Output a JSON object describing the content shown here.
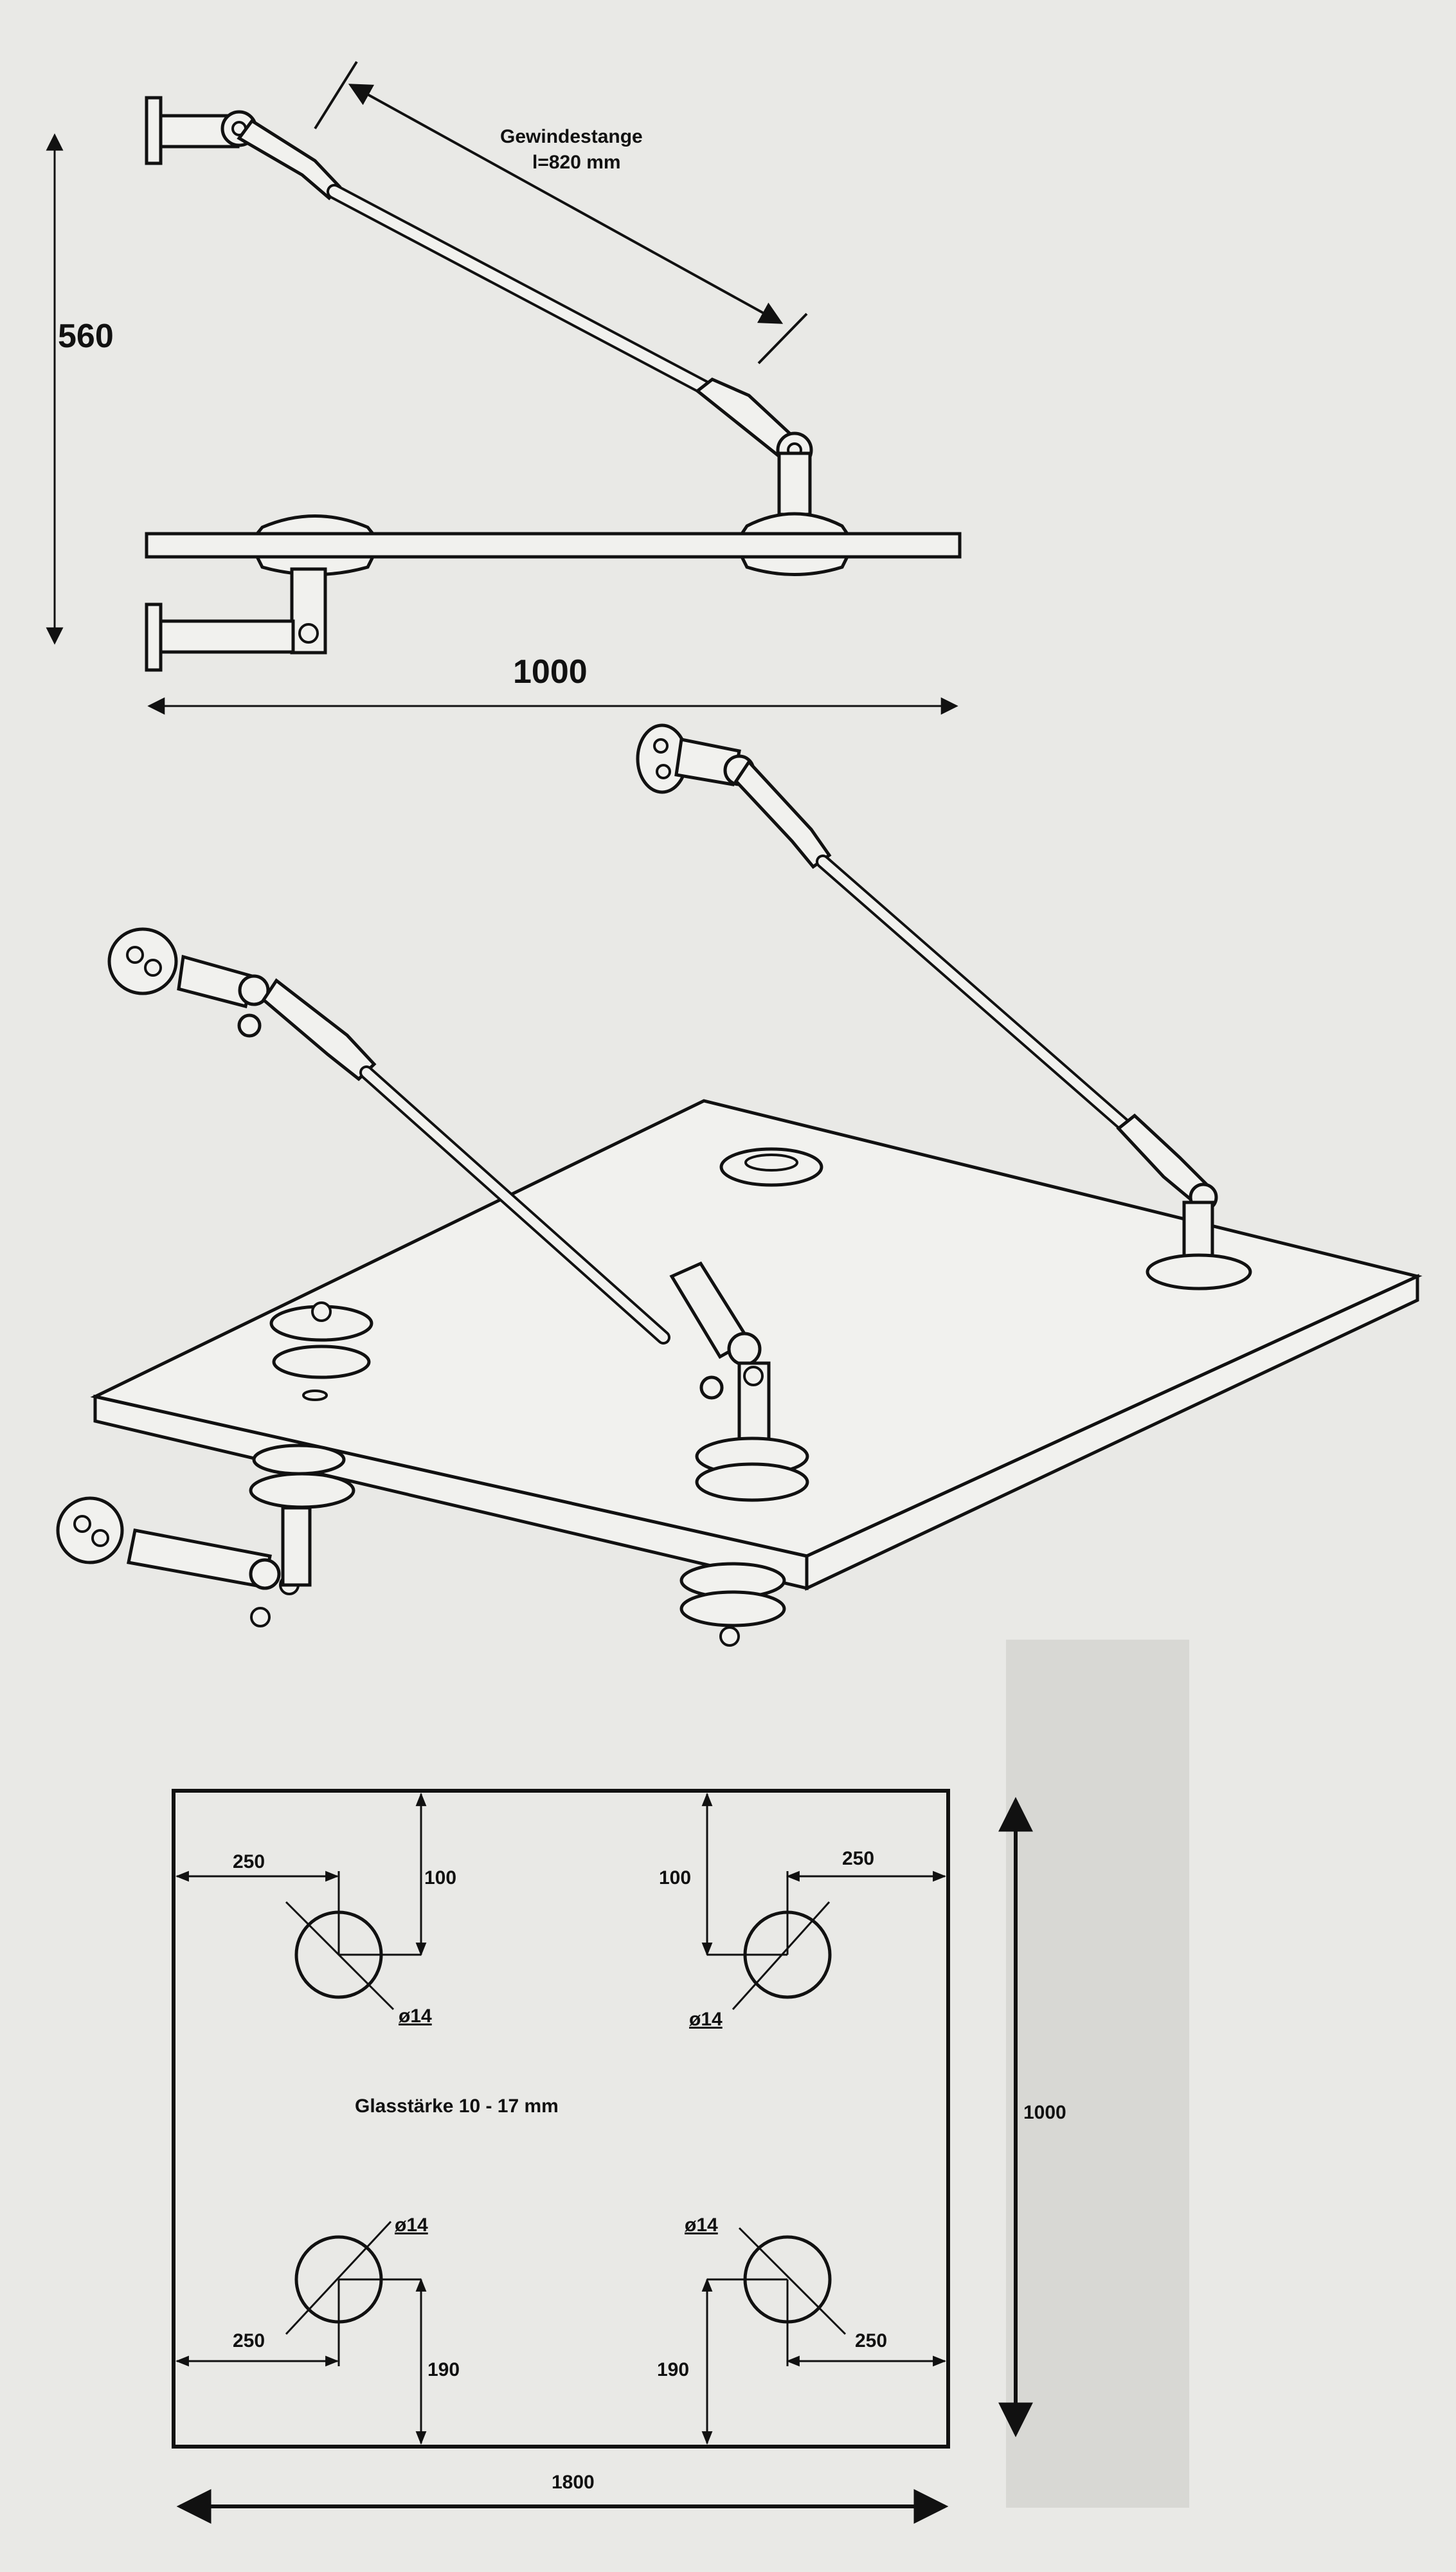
{
  "side_view": {
    "rod_label_line1": "Gewindestange",
    "rod_label_line2": "l=820 mm",
    "height_label": "560",
    "width_label": "1000"
  },
  "plan_view": {
    "top_left_x": "250",
    "top_left_y": "100",
    "top_right_y": "100",
    "top_right_x": "250",
    "hole_diameter": "ø14",
    "glass_thickness": "Glasstärke 10 - 17 mm",
    "bottom_left_x": "250",
    "bottom_left_y": "190",
    "bottom_right_y": "190",
    "bottom_right_x": "250",
    "total_width": "1800",
    "total_depth": "1000"
  }
}
